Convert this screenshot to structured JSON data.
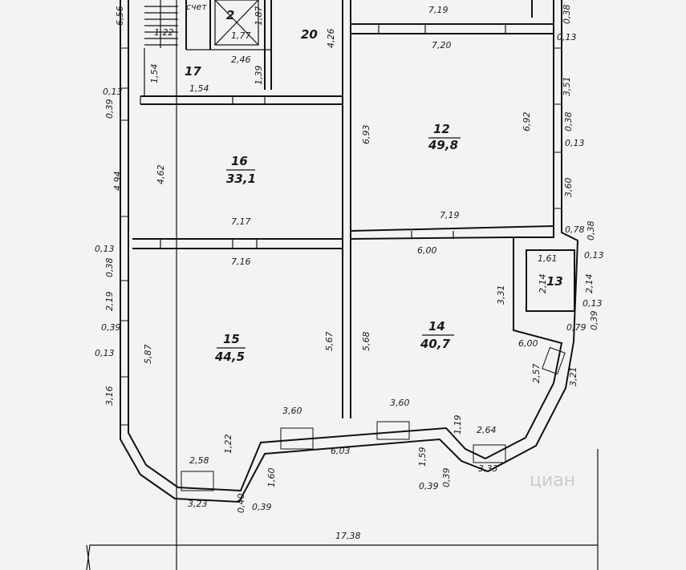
{
  "rooms": [
    {
      "number": "20",
      "area": ""
    },
    {
      "number": "17",
      "area": ""
    },
    {
      "number": "16",
      "area": "33,1"
    },
    {
      "number": "12",
      "area": "49,8"
    },
    {
      "number": "15",
      "area": "44,5"
    },
    {
      "number": "14",
      "area": "40,7"
    },
    {
      "number": "13",
      "area": ""
    },
    {
      "number": "2",
      "area": ""
    }
  ],
  "labels": {
    "stair_word": "счет"
  },
  "dimensions": [
    "6,56",
    "1,22",
    "1,54",
    "0,13",
    "0,39",
    "4,94",
    "0,13",
    "0,38",
    "2,19",
    "0,39",
    "0,13",
    "3,16",
    "1,87",
    "1,77",
    "2,46",
    "1,39",
    "1,54",
    "4,26",
    "7,19",
    "0,38",
    "0,13",
    "7,20",
    "3,51",
    "0,38",
    "0,13",
    "3,60",
    "6,92",
    "6,93",
    "4,62",
    "7,17",
    "7,19",
    "0,78",
    "0,38",
    "7,16",
    "6,00",
    "1,61",
    "0,13",
    "3,31",
    "2,14",
    "2,14",
    "0,13",
    "0,79",
    "0,39",
    "5,87",
    "5,67",
    "5,68",
    "6,00",
    "2,57",
    "3,21",
    "3,60",
    "3,60",
    "1,19",
    "2,64",
    "1,22",
    "6,03",
    "2,58",
    "1,60",
    "1,59",
    "3,33",
    "0,39",
    "0,39",
    "3,23",
    "0,40",
    "0,39",
    "17,38"
  ],
  "watermark": "циан"
}
